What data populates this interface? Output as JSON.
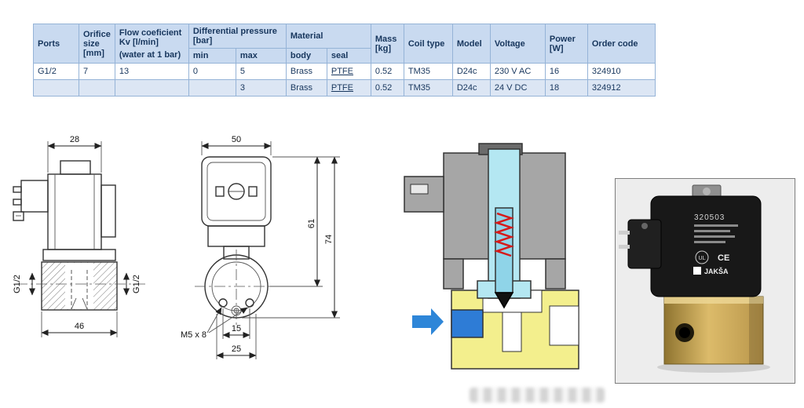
{
  "table": {
    "headers": {
      "ports": "Ports",
      "orifice": "Orifice size [mm]",
      "flow": "Flow coeficient Kv [l/min]",
      "flow_note": "(water at 1 bar)",
      "diff_pressure": "Differential pressure [bar]",
      "min": "min",
      "max": "max",
      "material": "Material",
      "body": "body",
      "seal": "seal",
      "mass": "Mass [kg]",
      "coil_type": "Coil type",
      "model": "Model",
      "voltage": "Voltage",
      "power": "Power [W]",
      "order_code": "Order code"
    },
    "rows": [
      {
        "ports": "G1/2",
        "orifice": "7",
        "flow": "13",
        "min": "0",
        "max": "5",
        "body": "Brass",
        "seal": "PTFE",
        "mass": "0.52",
        "coil_type": "TM35",
        "model": "D24c",
        "voltage": "230 V AC",
        "power": "16",
        "order_code": "324910"
      },
      {
        "ports": "",
        "orifice": "",
        "flow": "",
        "min": "",
        "max": "3",
        "body": "Brass",
        "seal": "PTFE",
        "mass": "0.52",
        "coil_type": "TM35",
        "model": "D24c",
        "voltage": "24 V DC",
        "power": "18",
        "order_code": "324912"
      }
    ]
  },
  "drawings": {
    "front_view": {
      "coil_width": "28",
      "body_width": "46",
      "port_left": "G1/2",
      "port_right": "G1/2"
    },
    "side_view": {
      "top_width": "50",
      "height_to_axis": "61",
      "height_total": "74",
      "thread_note": "M5 x 8",
      "hole_spacing": "15",
      "base_width": "25"
    }
  },
  "photo": {
    "coil_code": "320503",
    "ul_mark": "UL",
    "ce_mark": "CE",
    "brand": "JAKŠA"
  },
  "colors": {
    "header_bg": "#c9daf0",
    "row_alt_bg": "#dce6f4",
    "table_text": "#17365d",
    "table_border": "#95b3d7",
    "arrow_blue": "#2e86d8",
    "inlet_blue": "#2e7cd6",
    "tube_cyan": "#b4e7f2",
    "valve_yellow": "#f3ef8d",
    "spring_red": "#d51a1a",
    "brass": "#c9a650"
  }
}
